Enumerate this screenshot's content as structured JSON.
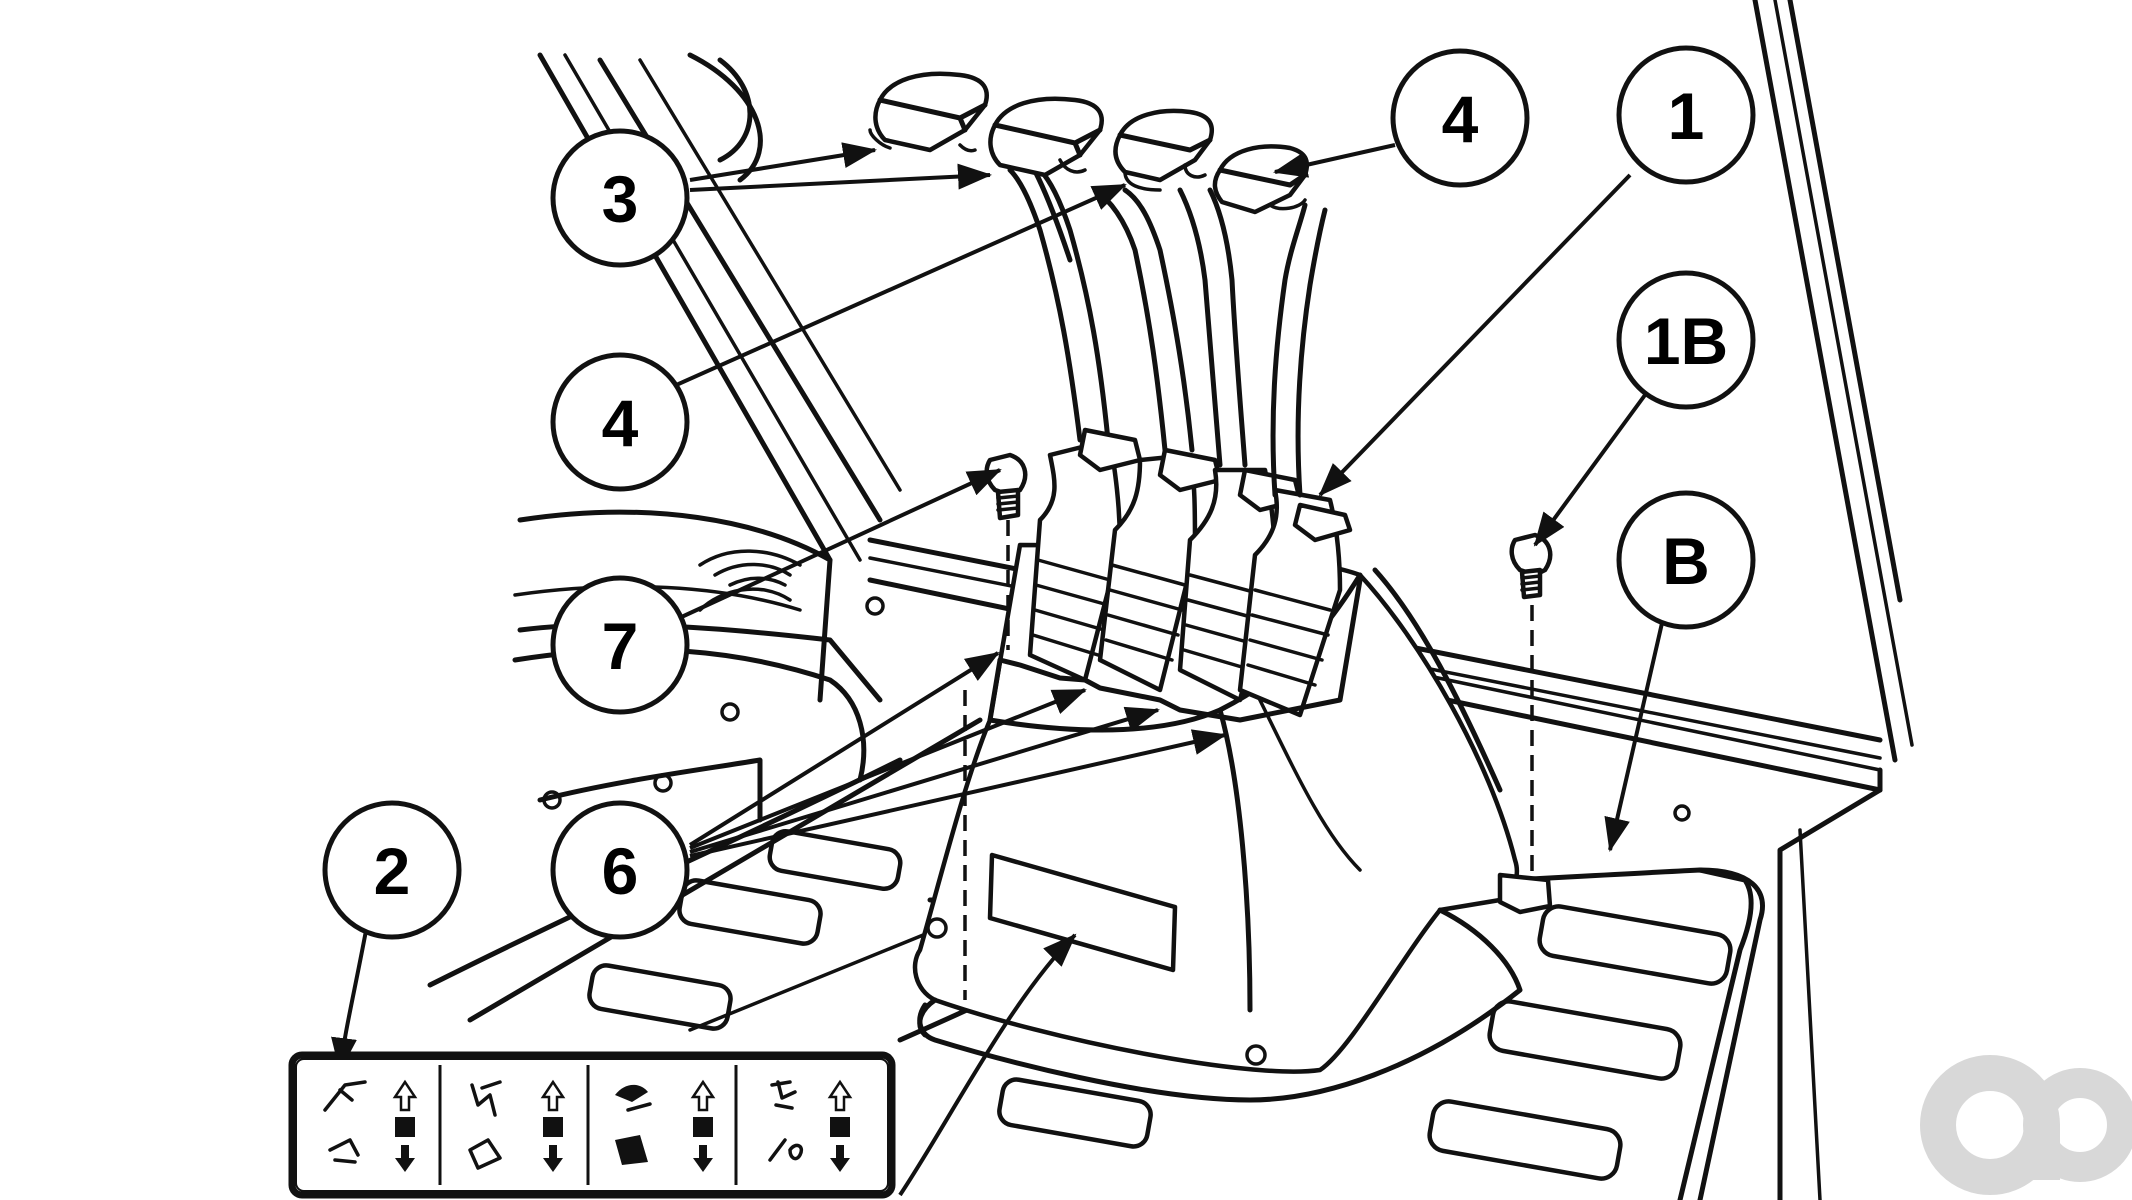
{
  "callouts": {
    "c1": "1",
    "c1b": "1B",
    "cb": "B",
    "c2": "2",
    "c3": "3",
    "c4_left": "4",
    "c4_top": "4",
    "c6": "6",
    "c7": "7"
  },
  "decal": {
    "cells": [
      {
        "function_icon": "boom-icon",
        "direction_icon": "up-down-arrow-icon"
      },
      {
        "function_icon": "dipper-icon",
        "direction_icon": "up-down-arrow-icon"
      },
      {
        "function_icon": "bucket-icon",
        "direction_icon": "up-down-arrow-icon"
      },
      {
        "function_icon": "swing-icon",
        "direction_icon": "up-down-arrow-icon"
      }
    ]
  },
  "watermark": "logo-mark",
  "colors": {
    "line": "#111111",
    "background": "#ffffff",
    "watermark": "#d8d8d8"
  }
}
